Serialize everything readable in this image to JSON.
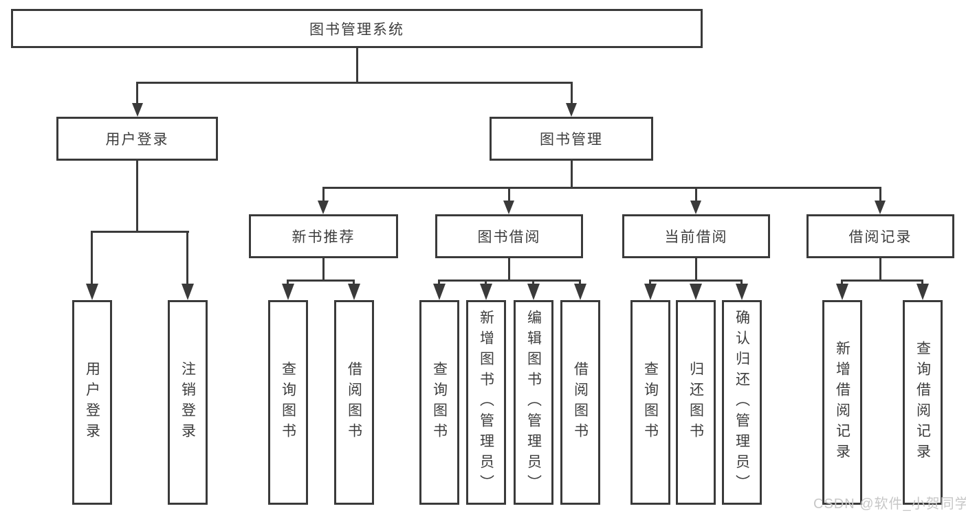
{
  "diagram": {
    "root": {
      "label": "图书管理系统"
    },
    "branches": [
      {
        "label": "用户登录",
        "children": [
          {
            "label": "用户登录"
          },
          {
            "label": "注销登录"
          }
        ]
      },
      {
        "label": "图书管理",
        "children": [
          {
            "label": "新书推荐",
            "children": [
              {
                "label": "查询图书"
              },
              {
                "label": "借阅图书"
              }
            ]
          },
          {
            "label": "图书借阅",
            "children": [
              {
                "label": "查询图书"
              },
              {
                "label": "新增图书（管理员）"
              },
              {
                "label": "编辑图书（管理员）"
              },
              {
                "label": "借阅图书"
              }
            ]
          },
          {
            "label": "当前借阅",
            "children": [
              {
                "label": "查询图书"
              },
              {
                "label": "归还图书"
              },
              {
                "label": "确认归还（管理员）"
              }
            ]
          },
          {
            "label": "借阅记录",
            "children": [
              {
                "label": "新增借阅记录"
              },
              {
                "label": "查询借阅记录"
              }
            ]
          }
        ]
      }
    ]
  },
  "watermark": {
    "text": "CSDN @软件_小贺同学"
  },
  "colors": {
    "line": "#3a3a3a",
    "text": "#3d3d3d",
    "watermark": "#c7c7c7",
    "background": "#ffffff"
  }
}
